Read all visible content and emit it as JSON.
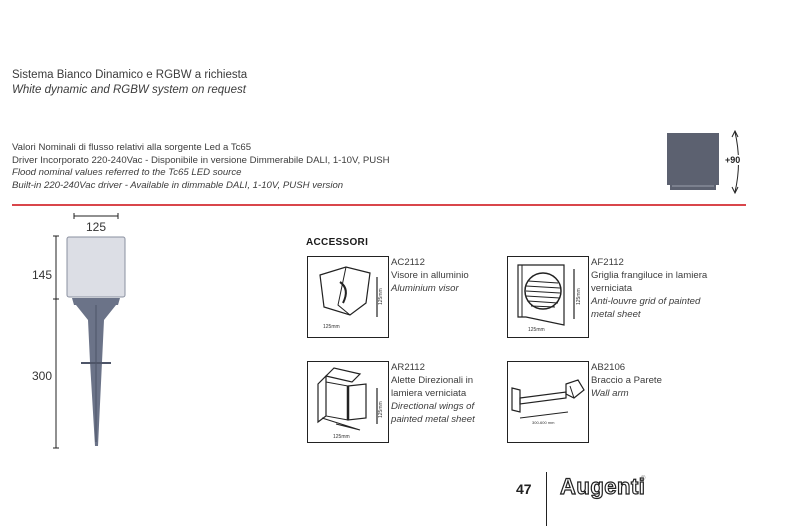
{
  "system": {
    "line_it": "Sistema Bianco Dinamico e RGBW a richiesta",
    "line_en": "White dynamic and RGBW system on request"
  },
  "specs": {
    "line1": "Valori Nominali di flusso relativi alla sorgente Led a Tc65",
    "line2": "Driver Incorporato 220-240Vac - Disponibile in versione Dimmerabile DALI, 1-10V, PUSH",
    "line3": "Flood nominal values referred to the Tc65 LED source",
    "line4": "Built-in 220-240Vac driver - Available in dimmable DALI, 1-10V, PUSH version"
  },
  "tilt": {
    "label": "+90"
  },
  "dimensions": {
    "width": "125",
    "head_height": "145",
    "spike_height": "300"
  },
  "colors": {
    "accent_line": "#d9464b",
    "product_gray": "#5c6170",
    "spike_blue_gray": "#6b7388"
  },
  "accessories": {
    "title": "ACCESSORI",
    "items": [
      {
        "code": "AC2112",
        "name_it": "Visore in alluminio",
        "name_en": "Aluminium visor",
        "dim_w": "125mm",
        "dim_h": "125mm"
      },
      {
        "code": "AF2112",
        "name_it": "Griglia frangiluce in lamiera verniciata",
        "name_en": "Anti-louvre grid of painted metal sheet",
        "dim_w": "125mm",
        "dim_h": "125mm"
      },
      {
        "code": "AR2112",
        "name_it": "Alette Direzionali in lamiera verniciata",
        "name_en": "Directional wings of painted metal sheet",
        "dim_w": "125mm",
        "dim_h": "125mm"
      },
      {
        "code": "AB2106",
        "name_it": "Braccio a Parete",
        "name_en": "Wall arm",
        "dim_w": "300-600 mm"
      }
    ]
  },
  "footer": {
    "page_number": "47",
    "brand": "Augenti",
    "registered": "®"
  }
}
